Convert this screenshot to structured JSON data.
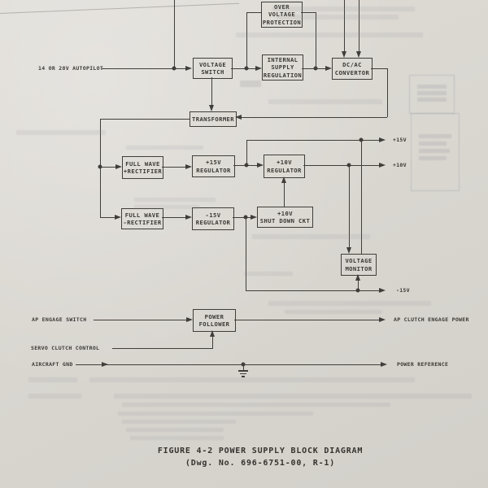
{
  "figure": {
    "caption_line1": "FIGURE 4-2 POWER SUPPLY BLOCK DIAGRAM",
    "caption_line2": "(Dwg. No. 696-6751-00, R-1)"
  },
  "blocks": {
    "over_voltage_protection": [
      "OVER",
      "VOLTAGE",
      "PROTECTION"
    ],
    "voltage_switch": [
      "VOLTAGE",
      "SWITCH"
    ],
    "internal_supply_regulation": [
      "INTERNAL",
      "SUPPLY",
      "REGULATION"
    ],
    "dcac_convertor": [
      "DC/AC",
      "CONVERTOR"
    ],
    "transformer": [
      "TRANSFORMER"
    ],
    "full_wave_pos_rectifier": [
      "FULL WAVE",
      "+RECTIFIER"
    ],
    "pos15_regulator": [
      "+15V",
      "REGULATOR"
    ],
    "pos10_regulator": [
      "+10V",
      "REGULATOR"
    ],
    "full_wave_neg_rectifier": [
      "FULL WAVE",
      "-RECTIFIER"
    ],
    "neg15_regulator": [
      "-15V",
      "REGULATOR"
    ],
    "pos10_shutdown": [
      "+10V",
      "SHUT DOWN CKT"
    ],
    "voltage_monitor": [
      "VOLTAGE",
      "MONITOR"
    ],
    "power_follower": [
      "POWER",
      "FOLLOWER"
    ]
  },
  "io": {
    "autopilot_input": "14 OR 28V AUTOPILOT",
    "pos15_output": "+15V",
    "pos10_output": "+10V",
    "neg15_output": "-15V",
    "ap_engage_switch": "AP ENGAGE SWITCH",
    "ap_clutch_engage_power": "AP CLUTCH ENGAGE POWER",
    "servo_clutch_control": "SERVO CLUTCH CONTROL",
    "aircraft_gnd": "AIRCRAFT GND",
    "power_reference": "POWER REFERENCE"
  },
  "colors": {
    "line": "#403e3a",
    "paper": "#dad7d1"
  }
}
